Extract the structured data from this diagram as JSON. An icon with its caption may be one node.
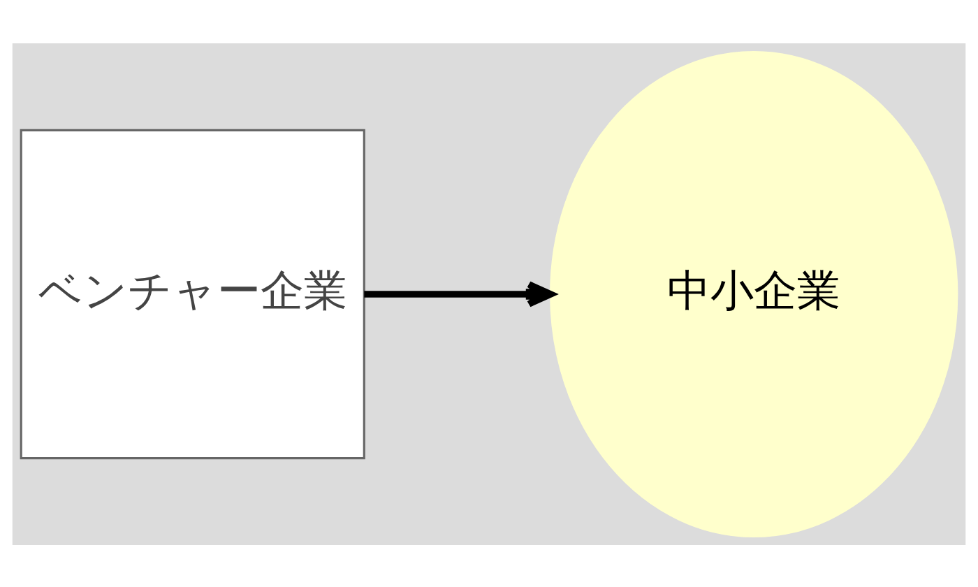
{
  "diagram": {
    "nodes": [
      {
        "text": [
          "ベンチャー企業"
        ]
      },
      {
        "text": [
          "中小企業"
        ]
      }
    ],
    "edges": [
      {
        "from": 0,
        "to": 1,
        "arrow": "to"
      }
    ]
  }
}
